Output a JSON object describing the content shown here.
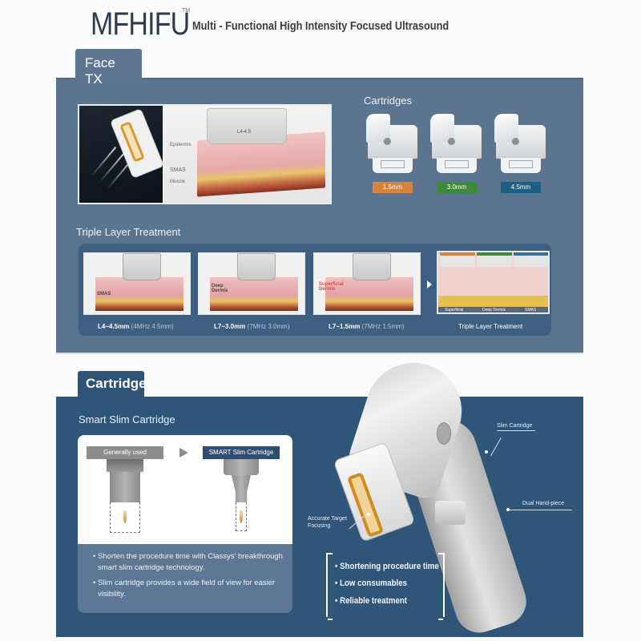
{
  "header": {
    "brand": "MFHIFU",
    "trademark": "TM",
    "subtitle": "Multi - Functional High Intensity Focused Ultrasound"
  },
  "face_tx": {
    "tab_label": "Face TX",
    "hero_image": {
      "device_label": "L4-4.5",
      "layers": [
        "Epidermis",
        "SMAS",
        "Muscle"
      ]
    },
    "cartridges": {
      "title": "Cartridges",
      "items": [
        {
          "depth": "1.5mm",
          "color": "#d9843e"
        },
        {
          "depth": "3.0mm",
          "color": "#3f8a3a"
        },
        {
          "depth": "4.5mm",
          "color": "#1e5f86"
        }
      ]
    },
    "triple_layer": {
      "title": "Triple Layer Treatment",
      "items": [
        {
          "label": "SMAS",
          "caption_bold": "L4~4.5mm",
          "caption_light": "(4MHz 4.5mm)"
        },
        {
          "label": "Deep Dermis",
          "caption_bold": "L7~3.0mm",
          "caption_light": "(7MHz 3.0mm)"
        },
        {
          "label": "Superficial Dermis",
          "caption_bold": "L7~1.5mm",
          "caption_light": "(7MHz 1.5mm)"
        }
      ],
      "final": {
        "caption": "Triple Layer Treatment",
        "footer_labels": [
          "Superficial",
          "Deep Dermis",
          "SMAS"
        ],
        "tag_colors": [
          "#d9843e",
          "#3f8a3a",
          "#3a6d9a"
        ]
      }
    }
  },
  "cartridge": {
    "tab_label": "Cartridge",
    "section_title": "Smart Slim Cartridge",
    "compare": {
      "left_label": "Generally used",
      "right_label": "SMART Slim Cartridge"
    },
    "bullets": [
      "Shorten the procedure time with Classys' breakthrough smart slim cartridge technology.",
      "Slim cartridge provides a wide field of view for easier visibility."
    ],
    "callouts": {
      "slim_cartridge": "Slim Cartridge",
      "dual_handpiece": "Dual Hand-piece",
      "accurate_focus": "Accurate Target Focusing"
    },
    "features": [
      "Shortening procedure time",
      "Low consumables",
      "Reliable treatment"
    ]
  },
  "colors": {
    "panel_top": "#5b7591",
    "panel_bottom": "#2f5579",
    "accent_gold": "#cf8d20"
  }
}
